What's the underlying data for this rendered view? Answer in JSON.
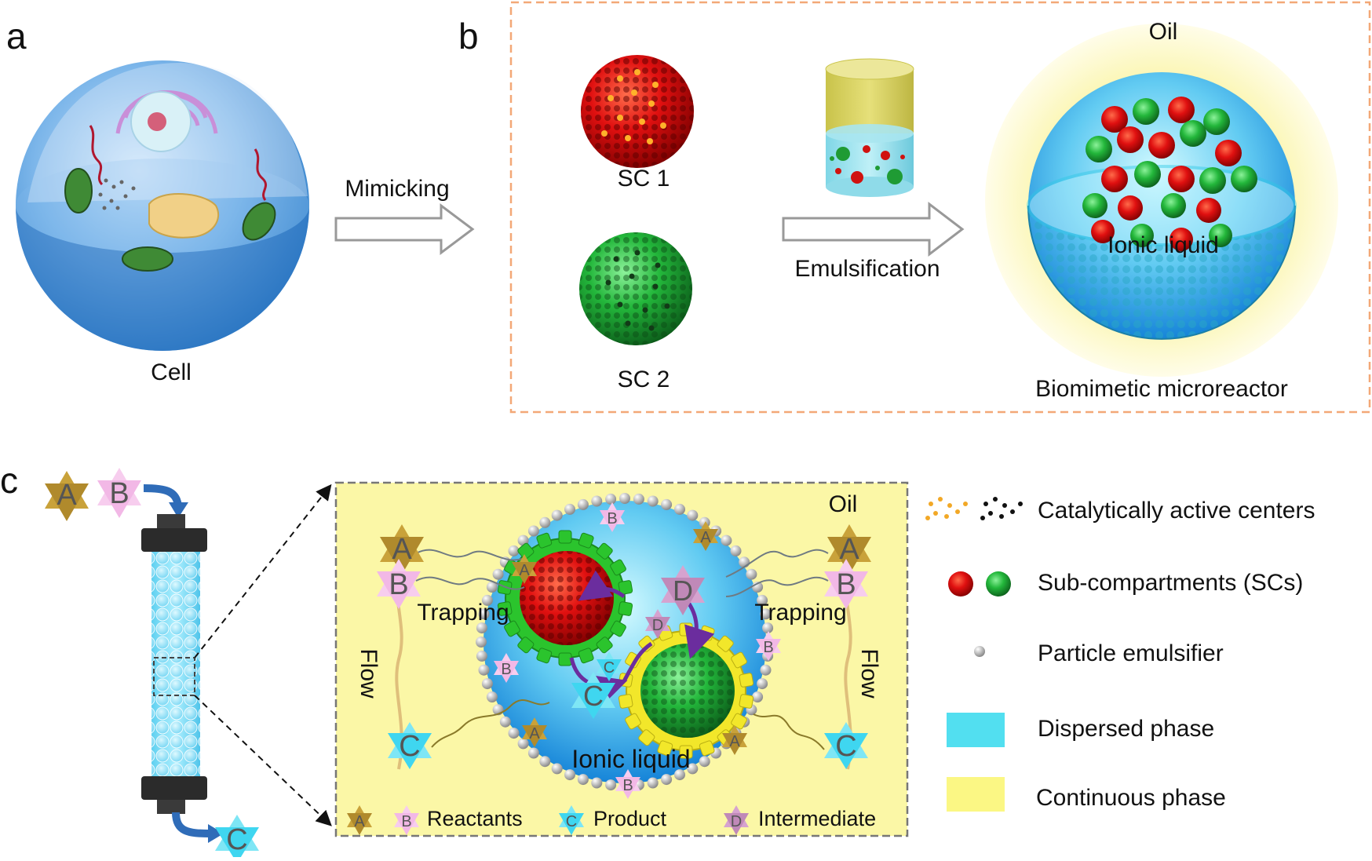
{
  "panel_a": {
    "letter": "a",
    "caption": "Cell",
    "arrow_label": "Mimicking"
  },
  "panel_b": {
    "letter": "b",
    "sc1_label": "SC 1",
    "sc2_label": "SC 2",
    "arrow_label": "Emulsification",
    "oil_label": "Oil",
    "ionic_label": "Ionic liquid",
    "caption": "Biomimetic microreactor"
  },
  "panel_c": {
    "letter": "c",
    "in_a": "A",
    "in_b": "B",
    "out_c": "C",
    "oil_label": "Oil",
    "trapping_left": "Trapping",
    "trapping_right": "Trapping",
    "flow_left": "Flow",
    "flow_right": "Flow",
    "ionic_label": "Ionic liquid",
    "left_a": "A",
    "left_b": "B",
    "left_c": "C",
    "right_a": "A",
    "right_b": "B",
    "right_c": "C",
    "inner_b_top": "B",
    "inner_a_top": "A",
    "inner_a_gear": "A",
    "inner_d_big": "D",
    "inner_d_small": "D",
    "inner_c_small": "C",
    "inner_c_big": "C",
    "inner_b_left": "B",
    "inner_b_right": "B",
    "inner_a_bottom_left": "A",
    "inner_a_bottom_right": "A",
    "inner_b_bottom": "B",
    "bottom_legend": {
      "a": "A",
      "b": "B",
      "reactants": "Reactants",
      "c": "C",
      "product": "Product",
      "d": "D",
      "intermediate": "Intermediate"
    }
  },
  "legend": {
    "active_centers": "Catalytically active centers",
    "sub_compartments": "Sub-compartments (SCs)",
    "particle_emulsifier": "Particle emulsifier",
    "dispersed_phase": "Dispersed phase",
    "continuous_phase": "Continuous phase"
  },
  "colors": {
    "continuous": "#fbf7a6",
    "dispersed": "#52dff0",
    "sc1": "#d90c0c",
    "sc2": "#22b43a",
    "cell_blue": "#3d8fd8",
    "dashed_orange": "#f3a877",
    "reactant_a": "#c9a23a",
    "reactant_b": "#f2b8e6",
    "product_c": "#3fd6f0",
    "intermediate_d": "#c089b8",
    "intermediate_arrow": "#6b2d9e"
  }
}
